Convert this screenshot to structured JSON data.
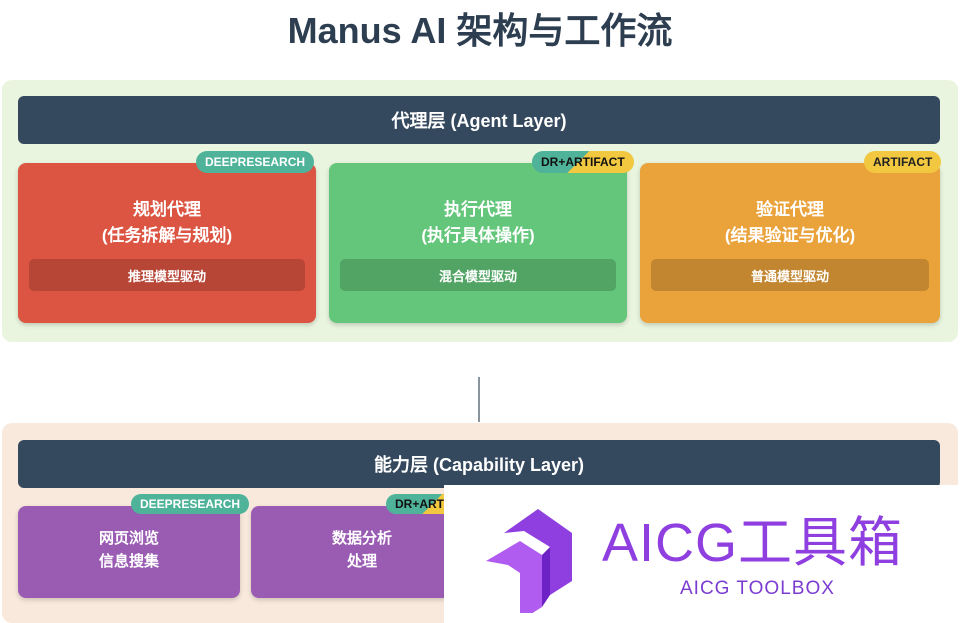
{
  "title": "Manus AI 架构与工作流",
  "agent_layer": {
    "header": "代理层 (Agent Layer)",
    "cards": [
      {
        "line1": "规划代理",
        "line2": "(任务拆解与规划)",
        "bar": "推理模型驱动",
        "badge": "DEEPRESEARCH"
      },
      {
        "line1": "执行代理",
        "line2": "(执行具体操作)",
        "bar": "混合模型驱动",
        "badge": "DR+ARTIFACT"
      },
      {
        "line1": "验证代理",
        "line2": "(结果验证与优化)",
        "bar": "普通模型驱动",
        "badge": "ARTIFACT"
      }
    ]
  },
  "capability_layer": {
    "header": "能力层 (Capability Layer)",
    "cards": [
      {
        "line1": "网页浏览",
        "line2": "信息搜集",
        "badge": "DEEPRESEARCH"
      },
      {
        "line1": "数据分析",
        "line2": "处理",
        "badge": "DR+ARTIFACT"
      }
    ]
  },
  "watermark": {
    "brand": "AICG工具箱",
    "subtitle": "AICG TOOLBOX"
  },
  "colors": {
    "header_bg": "#34495e",
    "planning": "#dc5543",
    "execution": "#63c67a",
    "verification": "#eaa23b",
    "capability": "#9a5bb3",
    "badge_teal": "#4fb39a",
    "badge_yellow": "#f1c840",
    "watermark_purple": "#8f3fe0"
  }
}
